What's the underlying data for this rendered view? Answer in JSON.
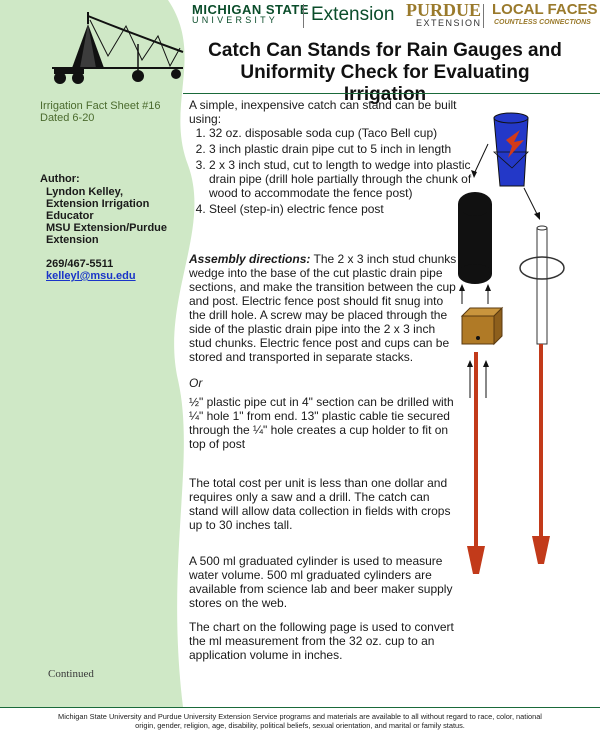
{
  "header": {
    "msu_line1": "MICHIGAN STATE",
    "msu_line2": "UNIVERSITY",
    "extension": "Extension",
    "purdue": "PURDUE",
    "purdue_ext": "EXTENSION",
    "local_faces": "LOCAL FACES",
    "local_tagline": "COUNTLESS CONNECTIONS"
  },
  "title": "Catch Can Stands for Rain Gauges and Uniformity Check for Evaluating Irrigation",
  "sidebar": {
    "fact_sheet": "Irrigation Fact Sheet #16",
    "dated": "Dated 6-20",
    "author_heading": "Author:",
    "author_lines": [
      "Lyndon Kelley,",
      "Extension Irrigation",
      "Educator",
      "MSU Extension/Purdue",
      "Extension"
    ],
    "phone": "269/467-5511",
    "email": "kelleyl@msu.edu",
    "continued": "Continued"
  },
  "main": {
    "intro": "A simple, inexpensive catch can stand can be built using:",
    "items": [
      "32 oz. disposable soda cup (Taco Bell cup)",
      "3 inch plastic drain pipe cut to 5 inch in length",
      "2 x 3 inch stud, cut to length to wedge into plastic drain pipe (drill hole partially through the chunk of wood to accommodate the fence post)",
      "Steel (step-in) electric fence post"
    ],
    "assembly_lead": "Assembly directions:",
    "assembly_text": " The 2 x 3 inch stud chunks wedge into the base of the cut plastic drain pipe sections, and make the transition between the cup and post.  Electric fence post should fit snug into the drill hole.  A screw may be placed through the side of the plastic drain pipe into the 2 x 3 inch stud chunks. Electric fence post and cups can be stored and transported in separate stacks.",
    "or": "Or",
    "pvc": "½\" plastic pipe cut in 4\" section can be drilled with ¼\" hole 1\" from end. 13\" plastic cable tie secured through the ¼\" hole creates a cup holder to fit on top of post",
    "cost": "The total cost per unit is less than one dollar and requires only a saw and a drill. The catch can stand will allow data collection in fields with crops up to 30 inches tall.",
    "cylinder": "A 500 ml graduated cylinder is used to measure water volume. 500 ml graduated cylinders are available from science lab and beer maker supply stores on the web.",
    "chart": "The chart on the following page is used to convert the ml measurement from the 32 oz. cup to an application volume in inches."
  },
  "footer": {
    "line1": "Michigan State University and Purdue University Extension Service programs and materials are available to all without regard to race, color, national",
    "line2": "origin, gender, religion, age, disability, political beliefs, sexual orientation, and marital or family status."
  },
  "colors": {
    "sidebar_green": "#cfe8c6",
    "rule_green": "#1a6a3a",
    "post_red": "#c23a1a",
    "cup_blue": "#2338c8",
    "wood": "#b07a26"
  }
}
